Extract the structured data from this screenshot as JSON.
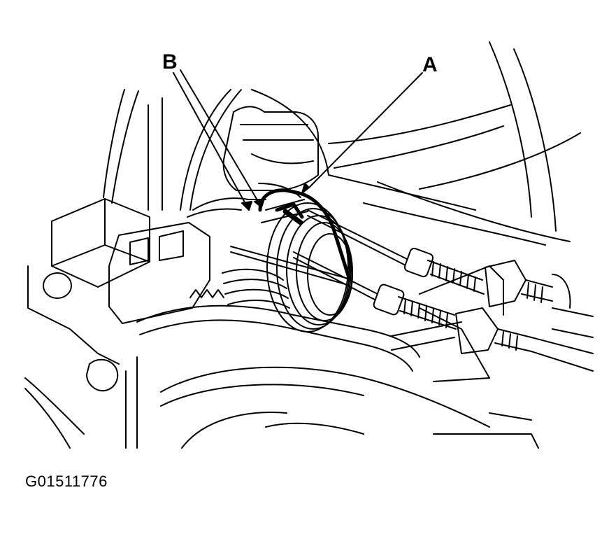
{
  "diagram": {
    "callouts": {
      "a": "A",
      "b": "B"
    },
    "figure_code": "G01511776",
    "colors": {
      "line": "#000000",
      "background": "#ffffff"
    }
  }
}
